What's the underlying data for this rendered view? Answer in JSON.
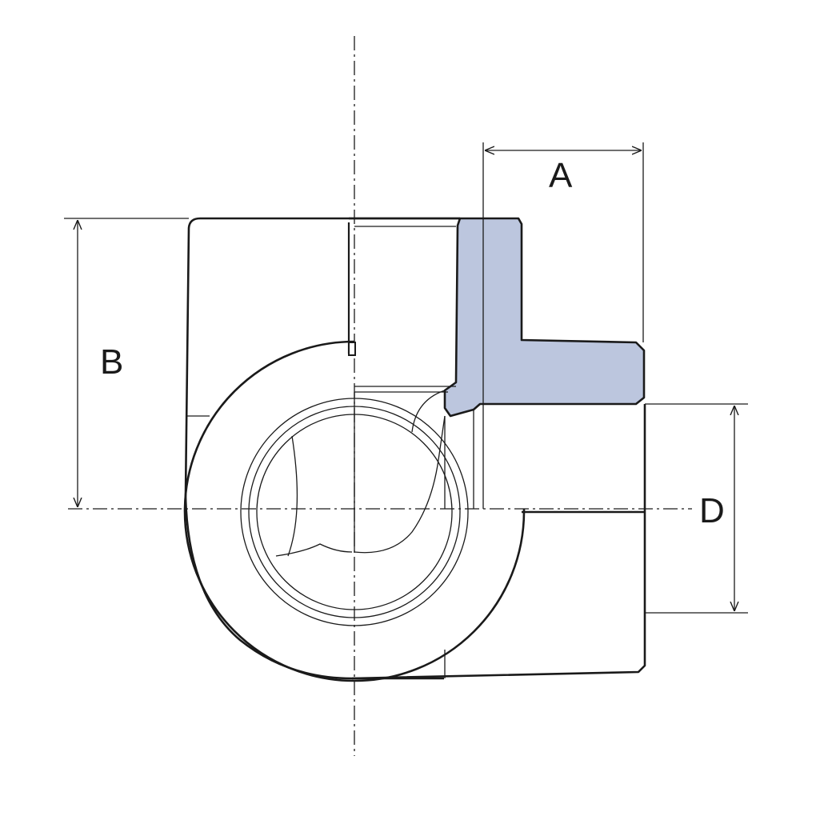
{
  "labels": {
    "a": "A",
    "b": "B",
    "d": "D"
  },
  "colors": {
    "section_fill": "#bcc6de",
    "line": "#1a1a1a",
    "background": "#ffffff"
  },
  "icons": {
    "arrow": "arrowhead"
  }
}
